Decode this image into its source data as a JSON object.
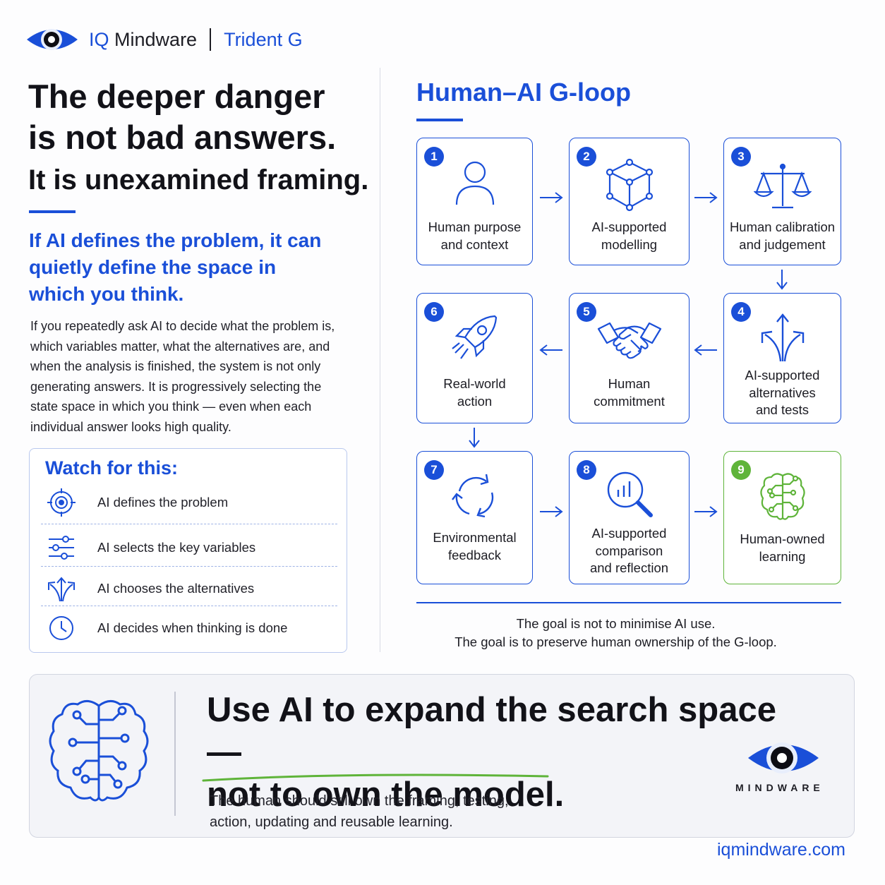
{
  "header": {
    "brand_prefix": "IQ",
    "brand_suffix": "Mindware",
    "product": "Trident G"
  },
  "left": {
    "headline_line1": "The deeper danger",
    "headline_line2": "is not bad answers.",
    "headline_line3": "It is unexamined framing.",
    "subhead_line1": "If AI defines the problem, it can",
    "subhead_line2": "quietly define the space in",
    "subhead_line3": "which you think.",
    "body_lines": [
      "If you repeatedly ask AI to decide what the problem is,",
      "which variables matter, what the alternatives are, and",
      "when the analysis is finished, the system is not only",
      "generating answers. It is progressively selecting the",
      "state space in which you think — even when each",
      "individual answer looks high quality."
    ],
    "watch_title": "Watch for this:",
    "watch_items": [
      {
        "label": "AI defines the problem",
        "icon": "target-icon"
      },
      {
        "label": "AI selects the key variables",
        "icon": "sliders-icon"
      },
      {
        "label": "AI chooses the alternatives",
        "icon": "branching-arrows-icon"
      },
      {
        "label": "AI decides when thinking is done",
        "icon": "clock-icon"
      }
    ]
  },
  "loop": {
    "title": "Human–AI G-loop",
    "steps": [
      {
        "num": "1",
        "line1": "Human purpose",
        "line2": "and context",
        "line3": "",
        "icon": "person-icon"
      },
      {
        "num": "2",
        "line1": "AI-supported",
        "line2": "modelling",
        "line3": "",
        "icon": "cube-network-icon"
      },
      {
        "num": "3",
        "line1": "Human calibration",
        "line2": "and judgement",
        "line3": "",
        "icon": "scales-icon"
      },
      {
        "num": "4",
        "line1": "AI-supported",
        "line2": "alternatives",
        "line3": "and tests",
        "icon": "branching-arrows-icon"
      },
      {
        "num": "5",
        "line1": "Human",
        "line2": "commitment",
        "line3": "",
        "icon": "handshake-icon"
      },
      {
        "num": "6",
        "line1": "Real-world",
        "line2": "action",
        "line3": "",
        "icon": "rocket-icon"
      },
      {
        "num": "7",
        "line1": "Environmental",
        "line2": "feedback",
        "line3": "",
        "icon": "cycle-arrows-icon"
      },
      {
        "num": "8",
        "line1": "AI-supported",
        "line2": "comparison",
        "line3": "and reflection",
        "icon": "chart-magnifier-icon"
      },
      {
        "num": "9",
        "line1": "Human-owned",
        "line2": "learning",
        "line3": "",
        "icon": "circuit-brain-icon"
      }
    ],
    "note_line1": "The goal is not to minimise AI use.",
    "note_line2": "The goal is to preserve human ownership of the G-loop."
  },
  "banner": {
    "headline_line1": "Use AI to expand the search space —",
    "headline_line2": "not to own the model.",
    "sub_line1": "The human should still own the framing, testing,",
    "sub_line2": "action, updating and reusable learning.",
    "logo_word": "MINDWARE"
  },
  "footer": {
    "url": "iqmindware.com"
  },
  "colors": {
    "accent_blue": "#1a4fd8",
    "accent_green": "#5fb43a",
    "text_dark": "#121218"
  }
}
